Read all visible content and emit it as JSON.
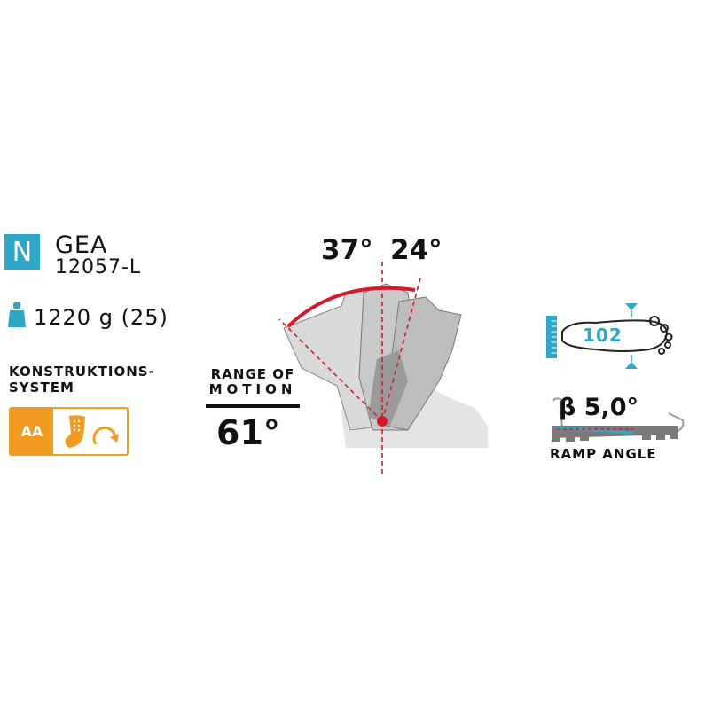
{
  "brand": {
    "badge": "N"
  },
  "model": {
    "name": "GEA",
    "code": "12057-L"
  },
  "weight": {
    "text": "1220 g (25)",
    "icon": "weight-icon"
  },
  "construction": {
    "title_line1": "KONSTRUKTIONS-",
    "title_line2": "SYSTEM",
    "badge": "AA",
    "icon": "cuff-rotate-icon",
    "color": "#f29b20"
  },
  "range_of_motion": {
    "title_line1": "RANGE OF",
    "title_line2": "MOTION",
    "value": "61°",
    "forward_angle": "37°",
    "backward_angle": "24°",
    "arc_color": "#d7182a"
  },
  "foot": {
    "width_value": "102",
    "icon": "foot-outline-icon",
    "accent_color": "#2ea8c6"
  },
  "ramp": {
    "value": "β 5,0°",
    "label": "RAMP ANGLE",
    "icon": "boot-sole-icon"
  }
}
